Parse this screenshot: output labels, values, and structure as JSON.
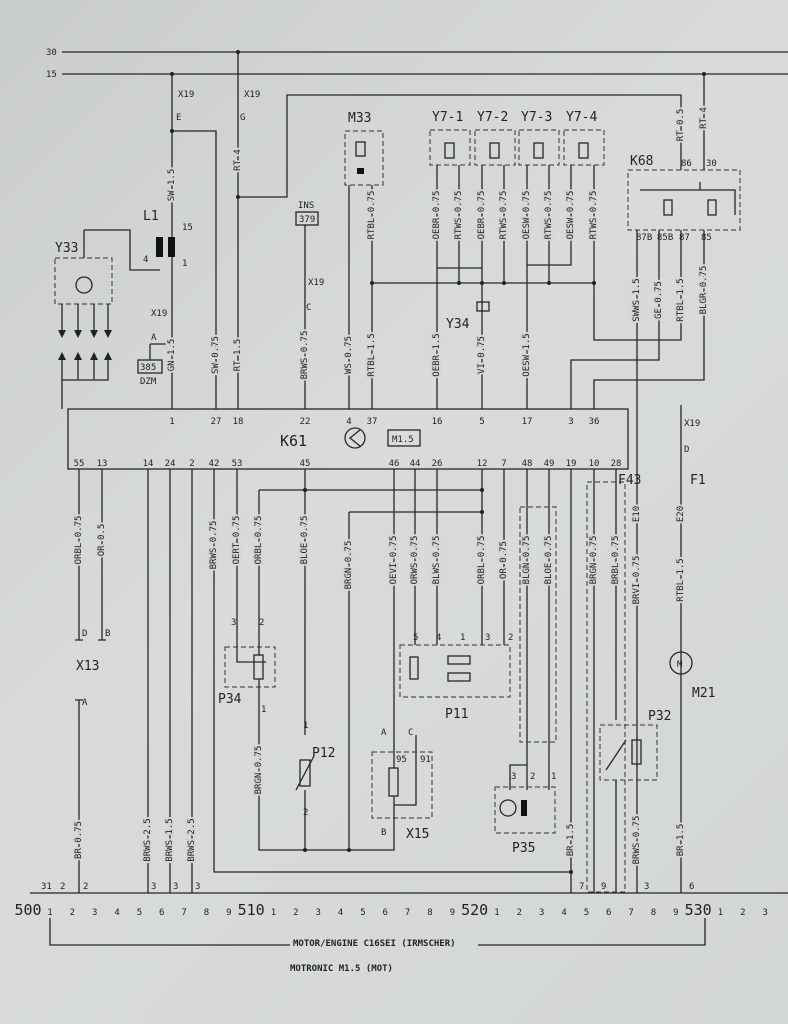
{
  "rails": {
    "r30": "30",
    "r15": "15"
  },
  "ecu": {
    "id": "K61",
    "variant": "M1.5",
    "top_pins": [
      "1",
      "27",
      "18",
      "22",
      "4",
      "37",
      "16",
      "5",
      "17",
      "3",
      "36"
    ],
    "bottom_pins": [
      "55",
      "13",
      "14",
      "24",
      "2",
      "42",
      "53",
      "45",
      "46",
      "44",
      "26",
      "12",
      "7",
      "48",
      "49",
      "19",
      "10",
      "28"
    ]
  },
  "component_labels": [
    "Y33",
    "L1",
    "M33",
    "Y7-1",
    "Y7-2",
    "Y7-3",
    "Y7-4",
    "K68",
    "Y34",
    "X13",
    "P34",
    "P12",
    "X15",
    "P11",
    "P35",
    "P32",
    "M21",
    "F43",
    "F1"
  ],
  "pin_labels": [
    "X19",
    "E",
    "X19",
    "G",
    "X19",
    "C",
    "X19",
    "A",
    "15",
    "4",
    "1",
    "INS",
    "379",
    "385",
    "DZM",
    "86",
    "30",
    "87B",
    "85B",
    "87",
    "85",
    "D",
    "B",
    "A",
    "3",
    "2",
    "1",
    "1",
    "2",
    "A",
    "C",
    "95",
    "91",
    "B",
    "5",
    "4",
    "1",
    "3",
    "2",
    "3",
    "2",
    "1",
    "X19",
    "D",
    "M"
  ],
  "wire_labels": [
    "SW 1.5",
    "GN 1.5",
    "SW 0.75",
    "RT 4",
    "RT 1.5",
    "BRWS 0.75",
    "WS 0.75",
    "RTBL 0.75",
    "RTBL 1.5",
    "OEBR 0.75",
    "OEBR 1.5",
    "RTWS 0.75",
    "OEBR 0.75",
    "VI 0.75",
    "RTWS 0.75",
    "OESW 0.75",
    "OESW 1.5",
    "RTWS 0.75",
    "OESW 0.75",
    "RTWS 0.75",
    "SWWS 1.5",
    "GE 0.75",
    "RTBL 1.5",
    "BLGR 0.75",
    "RT 0.5",
    "RT 4",
    "ORBL 0.75",
    "OR 0.5",
    "BR 0.75",
    "BRWS 2.5",
    "BRWS 1.5",
    "BRWS 2.5",
    "BRWS 0.75",
    "OERT 0.75",
    "ORBL 0.75",
    "BLOE 0.75",
    "BRGN 0.75",
    "OEVI 0.75",
    "ORWS 0.75",
    "BLWS 0.75",
    "ORBL 0.75",
    "OR 0.75",
    "BLGN 0.75",
    "BLOE 0.75",
    "BRGN 0.75",
    "BRBL 0.75",
    "E10",
    "BRVI 0.75",
    "E20",
    "RTBL 1.5",
    "BRGN 0.75",
    "BR 1.5",
    "BRWS 0.75",
    "BR 1.5"
  ],
  "ground_pins": [
    "31",
    "2",
    "2",
    "3",
    "3",
    "3",
    "7",
    "9",
    "3",
    "6"
  ],
  "grid_numbers": [
    "500",
    "1",
    "2",
    "3",
    "4",
    "5",
    "6",
    "7",
    "8",
    "9",
    "510",
    "1",
    "2",
    "3",
    "4",
    "5",
    "6",
    "7",
    "8",
    "9",
    "520",
    "1",
    "2",
    "3",
    "4",
    "5",
    "6",
    "7",
    "8",
    "9",
    "530",
    "1",
    "2",
    "3"
  ],
  "footer": {
    "system": "MOTOR/ENGINE C16SEI (IRMSCHER)",
    "subtitle": "MOTRONIC M1.5 (MOT)"
  }
}
